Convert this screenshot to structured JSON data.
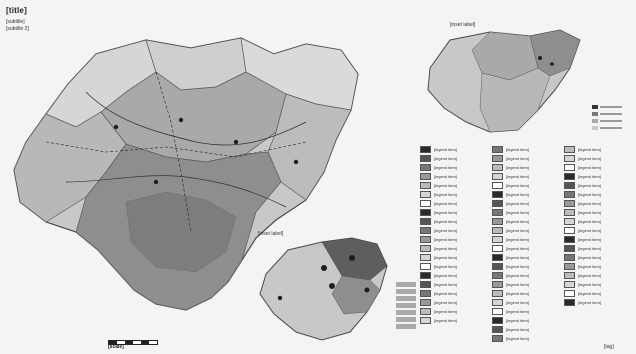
{
  "map": {
    "title": "[title]",
    "subtitle": "[subtitle]",
    "subtitle_2": "[subtitle 2]",
    "inset_top_label": "[inset label]",
    "inset_bottom_label": "[inset label]",
    "scale_label": "[scale]",
    "corner_tag": "[tag]"
  },
  "legend": {
    "col1": [
      "[legend item]",
      "[legend item]",
      "[legend item]",
      "[legend item]",
      "[legend item]",
      "[legend item]",
      "[legend item]",
      "[legend item]",
      "[legend item]",
      "[legend item]",
      "[legend item]",
      "[legend item]",
      "[legend item]",
      "[legend item]",
      "[legend item]",
      "[legend item]",
      "[legend item]",
      "[legend item]",
      "[legend item]",
      "[legend item]"
    ],
    "col2": [
      "[legend item]",
      "[legend item]",
      "[legend item]",
      "[legend item]",
      "[legend item]",
      "[legend item]",
      "[legend item]",
      "[legend item]",
      "[legend item]",
      "[legend item]",
      "[legend item]",
      "[legend item]",
      "[legend item]",
      "[legend item]",
      "[legend item]",
      "[legend item]",
      "[legend item]",
      "[legend item]",
      "[legend item]",
      "[legend item]",
      "[legend item]",
      "[legend item]"
    ],
    "col3": [
      "[legend item]",
      "[legend item]",
      "[legend item]",
      "[legend item]",
      "[legend item]",
      "[legend item]",
      "[legend item]",
      "[legend item]",
      "[legend item]",
      "[legend item]",
      "[legend item]",
      "[legend item]",
      "[legend item]",
      "[legend item]",
      "[legend item]",
      "[legend item]",
      "[legend item]",
      "[legend item]"
    ]
  },
  "colors": {
    "region_fill": "#c8c8c8",
    "district_fill": "#a9a9a9",
    "mountain_fill": "#8e8e8e",
    "outline": "#4a4a4a",
    "settlement": "#1e1e1e"
  }
}
